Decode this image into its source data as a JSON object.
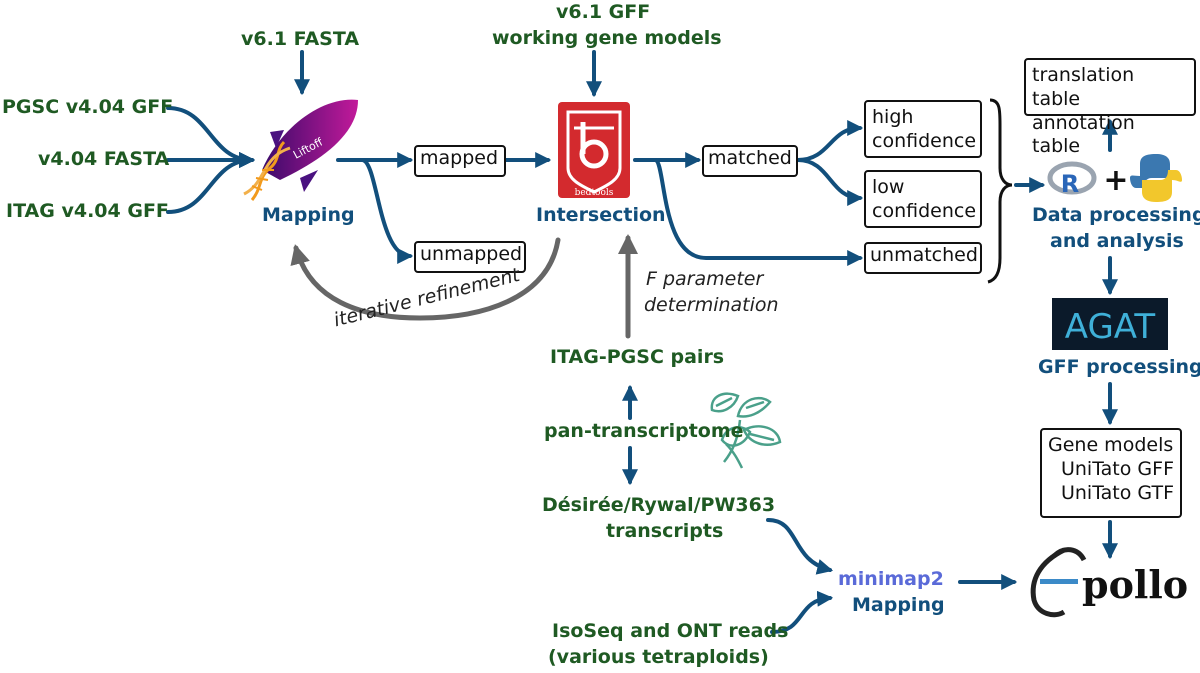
{
  "inputs": {
    "v61_fasta": "v6.1 FASTA",
    "v61_gff_line1": "v6.1 GFF",
    "v61_gff_line2": "working gene models",
    "pgsc_gff": "PGSC v4.04 GFF",
    "v404_fasta": "v4.04 FASTA",
    "itag_gff": "ITAG v4.04 GFF"
  },
  "tools": {
    "liftoff_logo_text": "Liftoff",
    "mapping_label": "Mapping",
    "bedtools_logo_text": "bedtools",
    "intersection_label": "Intersection",
    "data_processing_line1": "Data processing",
    "data_processing_line2": "and analysis",
    "agat_logo_text": "AGAT",
    "gff_processing_label": "GFF processing",
    "minimap2_label": "minimap2",
    "minimap2_mapping_label": "Mapping",
    "apollo_logo_text": "pollo"
  },
  "boxes": {
    "mapped": "mapped",
    "unmapped": "unmapped",
    "matched": "matched",
    "unmatched": "unmatched",
    "high_conf_line1": "high",
    "high_conf_line2": "confidence",
    "low_conf_line1": "low",
    "low_conf_line2": "confidence",
    "tables_line1": "translation table",
    "tables_line2": "annotation table",
    "gene_models_line1": "Gene models",
    "gene_models_line2": "UniTato GFF",
    "gene_models_line3": "UniTato GTF"
  },
  "annotations": {
    "iterative_refinement": "iterative refinement",
    "f_param_line1": "F parameter",
    "f_param_line2": "determination",
    "itag_pgsc_pairs": "ITAG-PGSC pairs",
    "pan_transcriptome": "pan-transcriptome",
    "transcripts_line1": "Désirée/Rywal/PW363",
    "transcripts_line2": "transcripts",
    "reads_line1": "IsoSeq and ONT reads",
    "reads_line2": "(various tetraploids)"
  },
  "colors": {
    "arrow_blue": "#124f7c",
    "grey_arrow": "#666666",
    "input_green": "#1f5a23",
    "tool_blue": "#124f7c",
    "bedtools_red": "#d32a2e",
    "liftoff_purple": "#6a1aa0",
    "agat_bg": "#0b1a2a",
    "agat_cyan": "#3fb0d8",
    "minimap_purple": "#5a6ad8"
  },
  "icons": [
    "liftoff-rocket-dna-icon",
    "bedtools-shield-icon",
    "r-logo-icon",
    "python-logo-icon",
    "agat-logo-icon",
    "leaves-icon",
    "apollo-logo-icon"
  ]
}
